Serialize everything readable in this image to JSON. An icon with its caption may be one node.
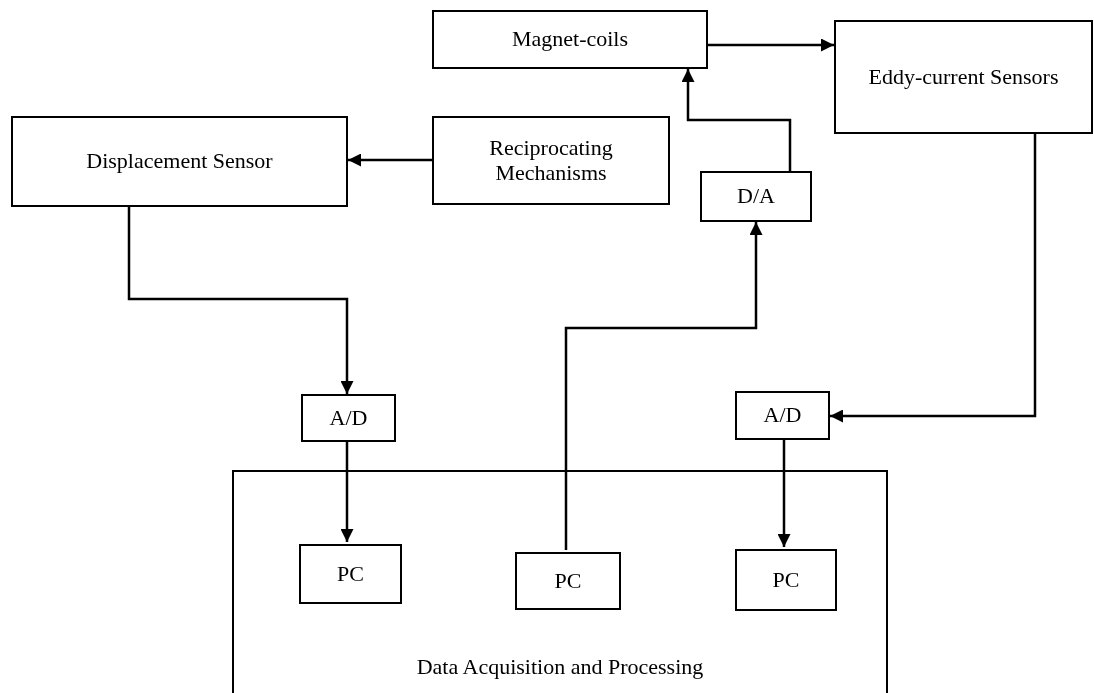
{
  "diagram": {
    "nodes": [
      {
        "text": [
          "Magnet-coils"
        ]
      },
      {
        "text": [
          "Eddy-current Sensors"
        ]
      },
      {
        "text": [
          "Displacement Sensor"
        ]
      },
      {
        "text": [
          "Reciprocating Mechanisms"
        ]
      },
      {
        "text": [
          "D/A"
        ]
      },
      {
        "text": [
          "A/D"
        ]
      },
      {
        "text": [
          "A/D"
        ]
      },
      {
        "text": [
          "Data Acquisition and Processing"
        ]
      },
      {
        "text": [
          "PC"
        ],
        "in": 7
      },
      {
        "text": [
          "PC"
        ],
        "in": 7
      },
      {
        "text": [
          "PC"
        ],
        "in": 7
      }
    ],
    "edges": [
      {
        "from": 0,
        "to": 1,
        "arrow": "to"
      },
      {
        "from": 3,
        "to": 2,
        "arrow": "to"
      },
      {
        "from": 2,
        "to": 5,
        "arrow": "to"
      },
      {
        "from": 9,
        "to": 4,
        "arrow": "to"
      },
      {
        "from": 4,
        "to": 0,
        "arrow": "to"
      },
      {
        "from": 1,
        "to": 6,
        "arrow": "to"
      },
      {
        "from": 5,
        "to": 8,
        "arrow": "to"
      },
      {
        "from": 6,
        "to": 10,
        "arrow": "to"
      }
    ]
  }
}
